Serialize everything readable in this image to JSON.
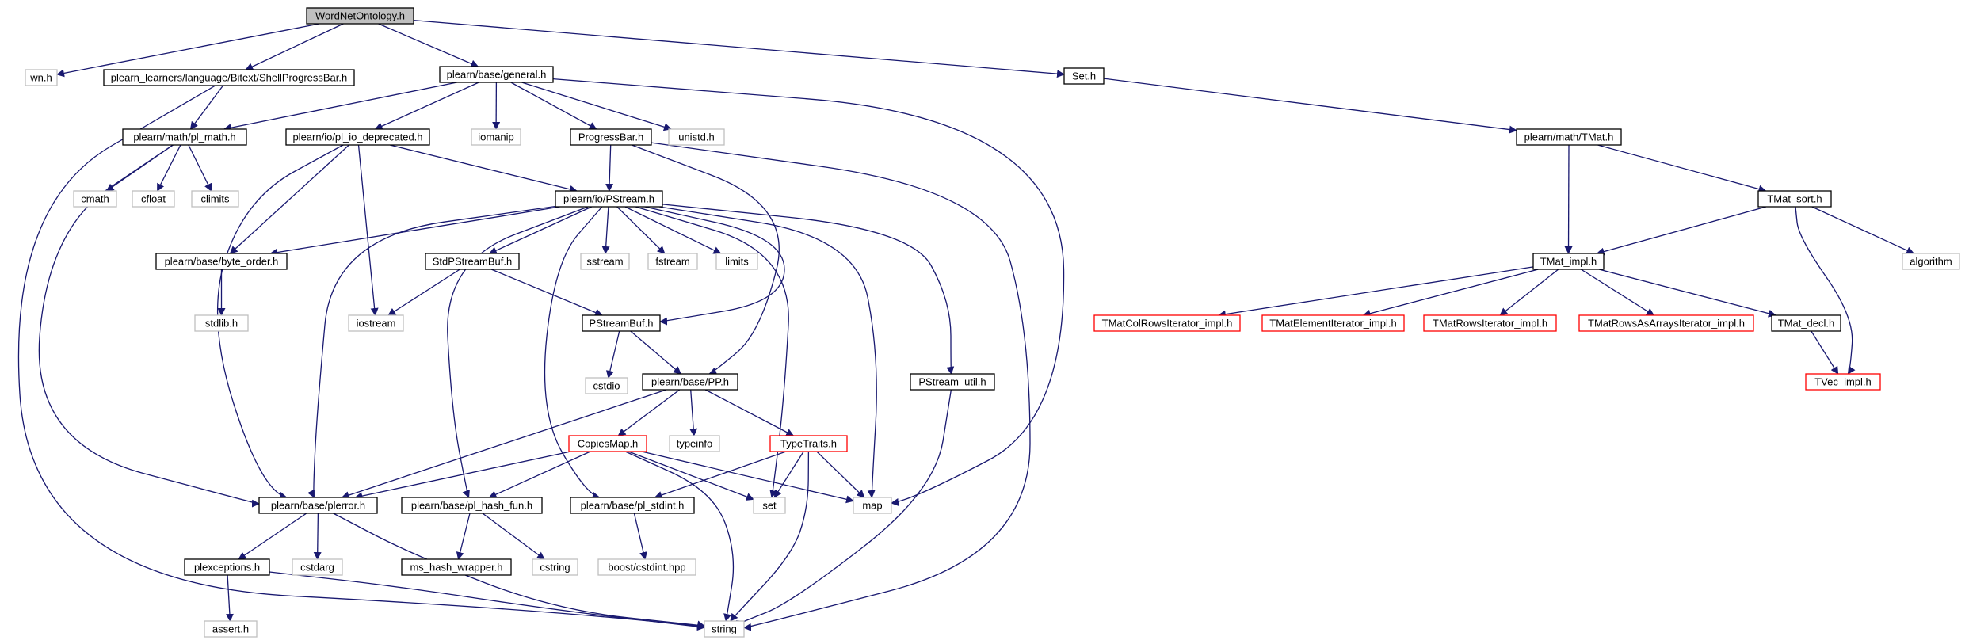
{
  "graph": {
    "colors": {
      "edge": "#191970",
      "root_fill": "#bfbfbf",
      "project_border": "#000000",
      "external_border": "#bfbfbf",
      "truncated_border": "#ff0000",
      "background": "#ffffff"
    },
    "nodes": [
      {
        "id": "wordnetontology",
        "label": "WordNetOntology.h",
        "kind": "root"
      },
      {
        "id": "wn",
        "label": "wn.h",
        "kind": "external"
      },
      {
        "id": "shellprogressbar",
        "label": "plearn_learners/language/Bitext/ShellProgressBar.h",
        "kind": "project"
      },
      {
        "id": "general",
        "label": "plearn/base/general.h",
        "kind": "project"
      },
      {
        "id": "set_h",
        "label": "Set.h",
        "kind": "project"
      },
      {
        "id": "pl_math",
        "label": "plearn/math/pl_math.h",
        "kind": "project"
      },
      {
        "id": "pl_io_deprecated",
        "label": "plearn/io/pl_io_deprecated.h",
        "kind": "project"
      },
      {
        "id": "iomanip",
        "label": "iomanip",
        "kind": "external"
      },
      {
        "id": "progressbar",
        "label": "ProgressBar.h",
        "kind": "project"
      },
      {
        "id": "unistd",
        "label": "unistd.h",
        "kind": "external"
      },
      {
        "id": "tmat",
        "label": "plearn/math/TMat.h",
        "kind": "project"
      },
      {
        "id": "cmath",
        "label": "cmath",
        "kind": "external"
      },
      {
        "id": "cfloat",
        "label": "cfloat",
        "kind": "external"
      },
      {
        "id": "climits",
        "label": "climits",
        "kind": "external"
      },
      {
        "id": "pstream",
        "label": "plearn/io/PStream.h",
        "kind": "project"
      },
      {
        "id": "tmat_sort",
        "label": "TMat_sort.h",
        "kind": "project"
      },
      {
        "id": "byte_order",
        "label": "plearn/base/byte_order.h",
        "kind": "project"
      },
      {
        "id": "stdpstreambuf",
        "label": "StdPStreamBuf.h",
        "kind": "project"
      },
      {
        "id": "sstream",
        "label": "sstream",
        "kind": "external"
      },
      {
        "id": "fstream",
        "label": "fstream",
        "kind": "external"
      },
      {
        "id": "limits",
        "label": "limits",
        "kind": "external"
      },
      {
        "id": "tmat_impl",
        "label": "TMat_impl.h",
        "kind": "project"
      },
      {
        "id": "algorithm",
        "label": "algorithm",
        "kind": "external"
      },
      {
        "id": "stdlib",
        "label": "stdlib.h",
        "kind": "external"
      },
      {
        "id": "iostream",
        "label": "iostream",
        "kind": "external"
      },
      {
        "id": "pstreambuf",
        "label": "PStreamBuf.h",
        "kind": "project"
      },
      {
        "id": "colrows",
        "label": "TMatColRowsIterator_impl.h",
        "kind": "truncated"
      },
      {
        "id": "element",
        "label": "TMatElementIterator_impl.h",
        "kind": "truncated"
      },
      {
        "id": "rows",
        "label": "TMatRowsIterator_impl.h",
        "kind": "truncated"
      },
      {
        "id": "rowsasarrays",
        "label": "TMatRowsAsArraysIterator_impl.h",
        "kind": "truncated"
      },
      {
        "id": "tmat_decl",
        "label": "TMat_decl.h",
        "kind": "project"
      },
      {
        "id": "cstdio",
        "label": "cstdio",
        "kind": "external"
      },
      {
        "id": "pp",
        "label": "plearn/base/PP.h",
        "kind": "project"
      },
      {
        "id": "pstream_util",
        "label": "PStream_util.h",
        "kind": "project"
      },
      {
        "id": "tvec_impl",
        "label": "TVec_impl.h",
        "kind": "truncated"
      },
      {
        "id": "copiesmap",
        "label": "CopiesMap.h",
        "kind": "truncated"
      },
      {
        "id": "typeinfo",
        "label": "typeinfo",
        "kind": "external"
      },
      {
        "id": "typetraits",
        "label": "TypeTraits.h",
        "kind": "truncated"
      },
      {
        "id": "plerror",
        "label": "plearn/base/plerror.h",
        "kind": "project"
      },
      {
        "id": "pl_hash_fun",
        "label": "plearn/base/pl_hash_fun.h",
        "kind": "project"
      },
      {
        "id": "pl_stdint",
        "label": "plearn/base/pl_stdint.h",
        "kind": "project"
      },
      {
        "id": "set",
        "label": "set",
        "kind": "external"
      },
      {
        "id": "map",
        "label": "map",
        "kind": "external"
      },
      {
        "id": "plexceptions",
        "label": "plexceptions.h",
        "kind": "project"
      },
      {
        "id": "cstdarg",
        "label": "cstdarg",
        "kind": "external"
      },
      {
        "id": "ms_hash_wrapper",
        "label": "ms_hash_wrapper.h",
        "kind": "project"
      },
      {
        "id": "cstring",
        "label": "cstring",
        "kind": "external"
      },
      {
        "id": "boost_cstdint",
        "label": "boost/cstdint.hpp",
        "kind": "external"
      },
      {
        "id": "assert",
        "label": "assert.h",
        "kind": "external"
      },
      {
        "id": "string",
        "label": "string",
        "kind": "external"
      }
    ],
    "edges": [
      [
        "wordnetontology",
        "wn"
      ],
      [
        "wordnetontology",
        "shellprogressbar"
      ],
      [
        "wordnetontology",
        "general"
      ],
      [
        "wordnetontology",
        "set_h"
      ],
      [
        "shellprogressbar",
        "pl_math"
      ],
      [
        "shellprogressbar",
        "string"
      ],
      [
        "general",
        "pl_math"
      ],
      [
        "general",
        "pl_io_deprecated"
      ],
      [
        "general",
        "iomanip"
      ],
      [
        "general",
        "progressbar"
      ],
      [
        "general",
        "unistd"
      ],
      [
        "general",
        "map"
      ],
      [
        "set_h",
        "tmat"
      ],
      [
        "pl_math",
        "cmath"
      ],
      [
        "pl_math",
        "cfloat"
      ],
      [
        "pl_math",
        "climits"
      ],
      [
        "pl_math",
        "plerror"
      ],
      [
        "pl_io_deprecated",
        "pstream"
      ],
      [
        "pl_io_deprecated",
        "byte_order"
      ],
      [
        "pl_io_deprecated",
        "iostream"
      ],
      [
        "pl_io_deprecated",
        "plerror"
      ],
      [
        "progressbar",
        "pstream"
      ],
      [
        "progressbar",
        "pp"
      ],
      [
        "progressbar",
        "string"
      ],
      [
        "tmat",
        "tmat_impl"
      ],
      [
        "tmat",
        "tmat_sort"
      ],
      [
        "tmat_sort",
        "tmat_impl"
      ],
      [
        "tmat_sort",
        "algorithm"
      ],
      [
        "tmat_sort",
        "tvec_impl"
      ],
      [
        "pstream",
        "byte_order"
      ],
      [
        "pstream",
        "stdpstreambuf"
      ],
      [
        "pstream",
        "sstream"
      ],
      [
        "pstream",
        "fstream"
      ],
      [
        "pstream",
        "limits"
      ],
      [
        "pstream",
        "pstreambuf"
      ],
      [
        "pstream",
        "plerror"
      ],
      [
        "pstream",
        "pl_hash_fun"
      ],
      [
        "pstream",
        "pl_stdint"
      ],
      [
        "pstream",
        "set"
      ],
      [
        "pstream",
        "map"
      ],
      [
        "pstream",
        "pstream_util"
      ],
      [
        "byte_order",
        "stdlib"
      ],
      [
        "stdpstreambuf",
        "iostream"
      ],
      [
        "stdpstreambuf",
        "pstreambuf"
      ],
      [
        "pstreambuf",
        "cstdio"
      ],
      [
        "pstreambuf",
        "pp"
      ],
      [
        "tmat_impl",
        "colrows"
      ],
      [
        "tmat_impl",
        "element"
      ],
      [
        "tmat_impl",
        "rows"
      ],
      [
        "tmat_impl",
        "rowsasarrays"
      ],
      [
        "tmat_impl",
        "tmat_decl"
      ],
      [
        "tmat_decl",
        "tvec_impl"
      ],
      [
        "pp",
        "copiesmap"
      ],
      [
        "pp",
        "typeinfo"
      ],
      [
        "pp",
        "typetraits"
      ],
      [
        "pp",
        "plerror"
      ],
      [
        "copiesmap",
        "plerror"
      ],
      [
        "copiesmap",
        "pl_hash_fun"
      ],
      [
        "copiesmap",
        "set"
      ],
      [
        "copiesmap",
        "map"
      ],
      [
        "copiesmap",
        "string"
      ],
      [
        "typetraits",
        "pl_stdint"
      ],
      [
        "typetraits",
        "set"
      ],
      [
        "typetraits",
        "map"
      ],
      [
        "typetraits",
        "string"
      ],
      [
        "pstream_util",
        "string"
      ],
      [
        "plerror",
        "plexceptions"
      ],
      [
        "plerror",
        "cstdarg"
      ],
      [
        "plerror",
        "string"
      ],
      [
        "pl_hash_fun",
        "ms_hash_wrapper"
      ],
      [
        "pl_hash_fun",
        "cstring"
      ],
      [
        "pl_stdint",
        "boost_cstdint"
      ],
      [
        "plexceptions",
        "assert"
      ],
      [
        "plexceptions",
        "string"
      ]
    ]
  }
}
